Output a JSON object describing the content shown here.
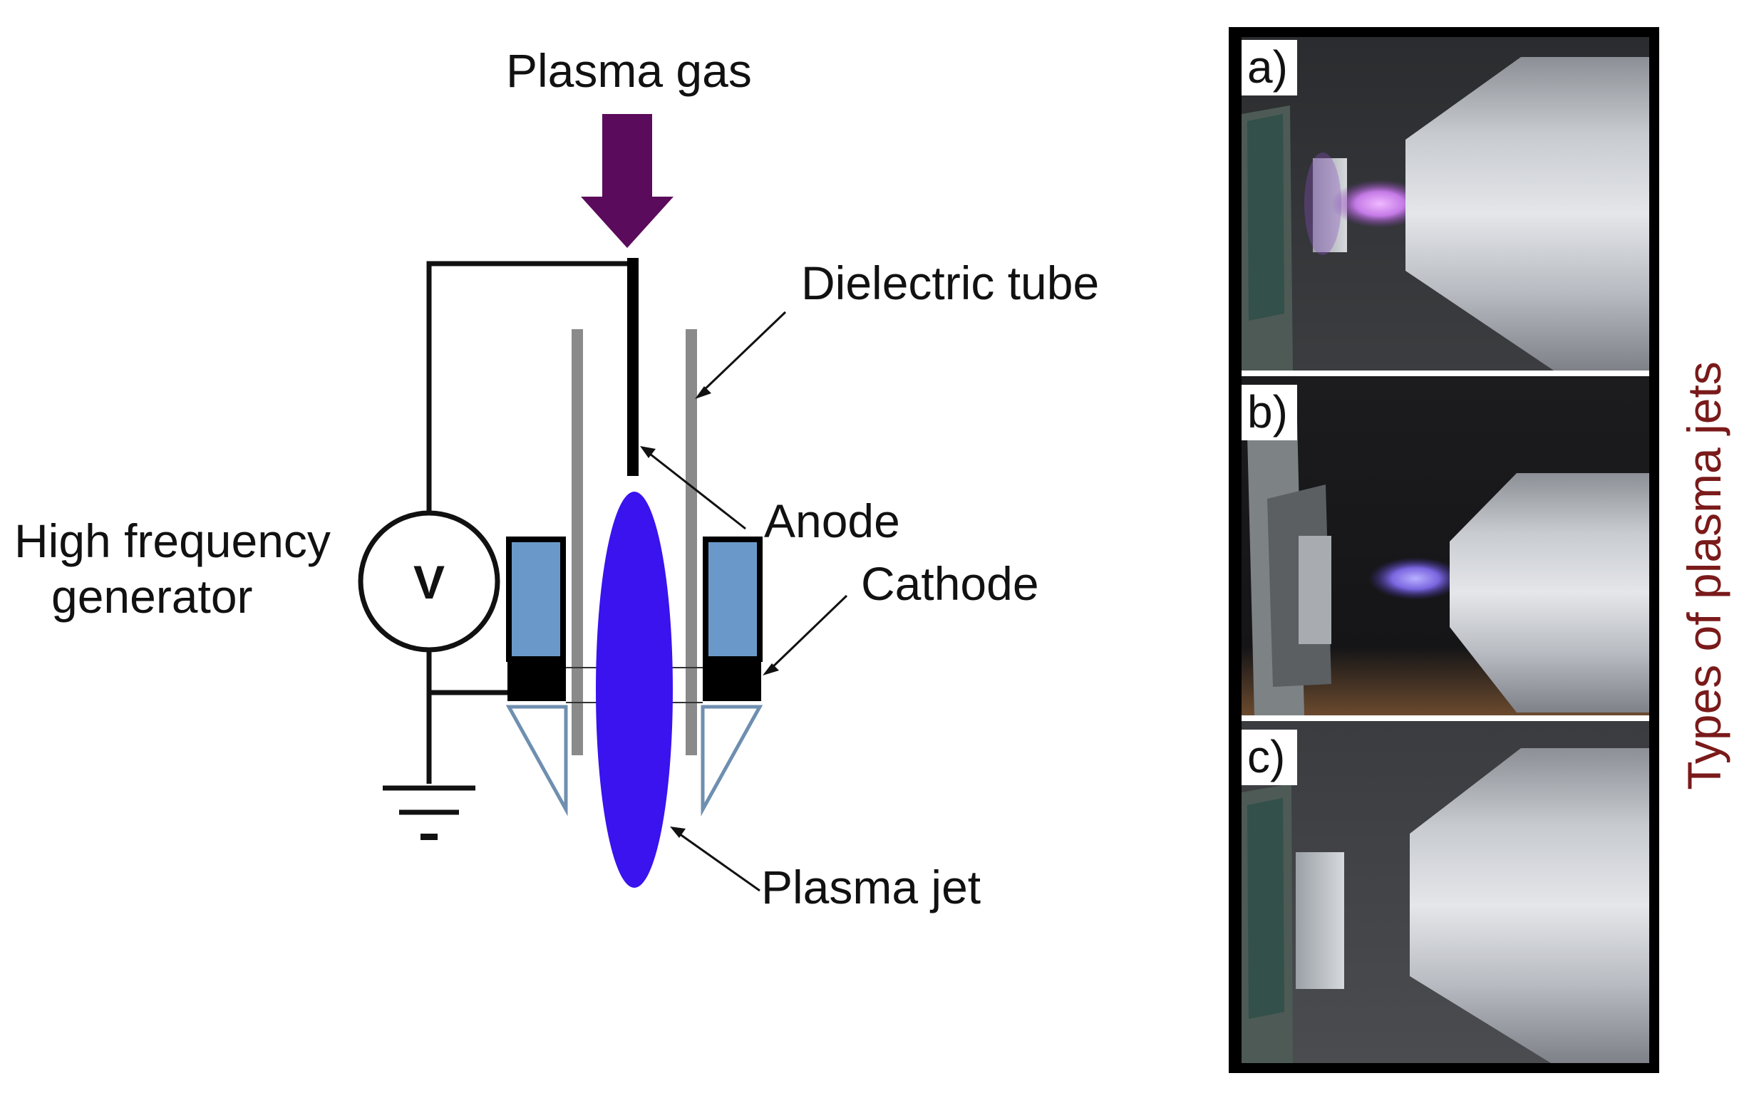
{
  "diagram": {
    "labels": {
      "plasma_gas": "Plasma gas",
      "dielectric_tube": "Dielectric tube",
      "anode": "Anode",
      "cathode": "Cathode",
      "plasma_jet": "Plasma jet",
      "generator_line1": "High frequency",
      "generator_line2": "generator",
      "voltmeter": "V"
    },
    "colors": {
      "gas_arrow": "#5b0b5b",
      "plasma": "#3a13ee",
      "cathode_fill": "#6a99c9",
      "cathode_base": "#000000",
      "tube": "#8a8a8a",
      "nozzle": "#6f8fb0"
    }
  },
  "photos": {
    "side_label": "Types of plasma jets",
    "panels": [
      {
        "label": "a)",
        "jet": "purple-plume"
      },
      {
        "label": "b)",
        "jet": "blue-plume"
      },
      {
        "label": "c)",
        "jet": "none"
      }
    ]
  }
}
